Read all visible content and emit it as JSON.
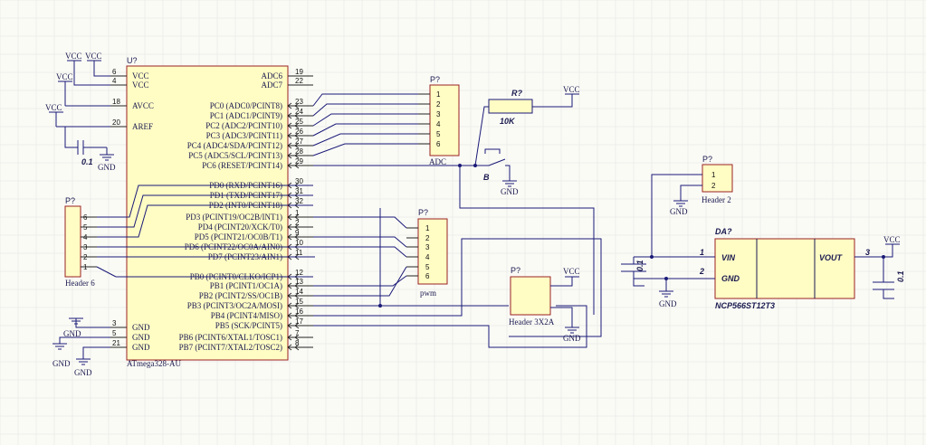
{
  "mcu": {
    "ref": "U?",
    "name": "ATmega328-AU",
    "left_pins": [
      {
        "num": "6",
        "label": "VCC"
      },
      {
        "num": "4",
        "label": "VCC"
      },
      {
        "num": "18",
        "label": "AVCC"
      },
      {
        "num": "20",
        "label": "AREF"
      },
      {
        "num": "3",
        "label": "GND"
      },
      {
        "num": "5",
        "label": "GND"
      },
      {
        "num": "21",
        "label": "GND"
      }
    ],
    "right_pins": [
      {
        "num": "19",
        "label": "ADC6"
      },
      {
        "num": "22",
        "label": "ADC7"
      },
      {
        "num": "23",
        "label": "PC0 (ADC0/PCINT8)"
      },
      {
        "num": "24",
        "label": "PC1 (ADC1/PCINT9)"
      },
      {
        "num": "25",
        "label": "PC2 (ADC2/PCINT10)"
      },
      {
        "num": "26",
        "label": "PC3 (ADC3/PCINT11)"
      },
      {
        "num": "27",
        "label": "PC4 (ADC4/SDA/PCINT12)"
      },
      {
        "num": "28",
        "label": "PC5 (ADC5/SCL/PCINT13)"
      },
      {
        "num": "29",
        "label": "PC6 (RESET/PCINT14)"
      },
      {
        "num": "30",
        "label": "PD0 (RXD/PCINT16)"
      },
      {
        "num": "31",
        "label": "PD1 (TXD/PCINT17)"
      },
      {
        "num": "32",
        "label": "PD2 (INT0/PCINT18)"
      },
      {
        "num": "1",
        "label": "PD3 (PCINT19/OC2B/INT1)"
      },
      {
        "num": "2",
        "label": "PD4 (PCINT20/XCK/T0)"
      },
      {
        "num": "9",
        "label": "PD5 (PCINT21/OC0B/T1)"
      },
      {
        "num": "10",
        "label": "PD6 (PCINT22/OC0A/AIN0)"
      },
      {
        "num": "11",
        "label": "PD7 (PCINT23/AIN1)"
      },
      {
        "num": "12",
        "label": "PB0 (PCINT0/CLKO/ICP1)"
      },
      {
        "num": "13",
        "label": "PB1 (PCINT1/OC1A)"
      },
      {
        "num": "14",
        "label": "PB2 (PCINT2/SS/OC1B)"
      },
      {
        "num": "15",
        "label": "PB3 (PCINT3/OC2A/MOSI)"
      },
      {
        "num": "16",
        "label": "PB4 (PCINT4/MISO)"
      },
      {
        "num": "17",
        "label": "PB5 (SCK/PCINT5)"
      },
      {
        "num": "7",
        "label": "PB6 (PCINT6/XTAL1/TOSC1)"
      },
      {
        "num": "8",
        "label": "PB7 (PCINT7/XTAL2/TOSC2)"
      }
    ]
  },
  "header6": {
    "ref": "P?",
    "name": "Header 6",
    "pins": [
      "6",
      "5",
      "4",
      "3",
      "2",
      "1"
    ]
  },
  "adc_header": {
    "ref": "P?",
    "name": "ADC",
    "pins": [
      "1",
      "2",
      "3",
      "4",
      "5",
      "6"
    ]
  },
  "pwm_header": {
    "ref": "P?",
    "name": "pwm",
    "pins": [
      "1",
      "2",
      "3",
      "4",
      "5",
      "6"
    ]
  },
  "header2": {
    "ref": "P?",
    "name": "Header 2",
    "pins": [
      "1",
      "2"
    ]
  },
  "header3x2": {
    "ref": "P?",
    "name": "Header 3X2A"
  },
  "resistor": {
    "ref": "R?",
    "value": "10K"
  },
  "button": {
    "ref": "B"
  },
  "cap_aref": {
    "value": "0.1"
  },
  "cap_vin": {
    "value": "0.1"
  },
  "cap_vout": {
    "value": "0.1"
  },
  "regulator": {
    "ref": "DA?",
    "name": "NCP566ST12T3",
    "vin": "VIN",
    "gnd": "GND",
    "vout": "VOUT",
    "pin_vin": "1",
    "pin_gnd": "2",
    "pin_vout": "3"
  },
  "power": {
    "vcc": "VCC",
    "gnd": "GND"
  }
}
